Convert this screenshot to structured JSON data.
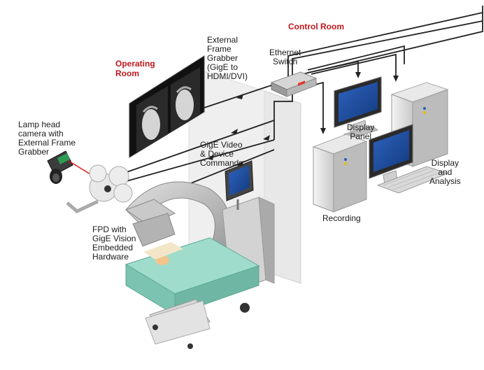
{
  "rooms": {
    "operating": "Operating\nRoom",
    "control": "Control Room"
  },
  "labels": {
    "external_frame_grabber": "External\nFrame\nGrabber\n(GigE to\nHDMI/DVI)",
    "ethernet_switch": "Ethernet\nSwitch",
    "lamp_head_camera": "Lamp head\ncamera with\nExternal Frame\nGrabber",
    "gige_video": "GigE Video\n& Device\nCommands",
    "display_panel": "Display\nPanel",
    "display_analysis": "Display\nand\nAnalysis",
    "recording": "Recording",
    "fpd": "FPD with\nGigE Vision\nEmbedded\nHardware"
  },
  "colors": {
    "room_title": "#c0161c",
    "cable": "#222222",
    "wall": "#e6e6e6",
    "monitor_screen": "#1f4c9c",
    "bed": "#8fd1c1"
  }
}
